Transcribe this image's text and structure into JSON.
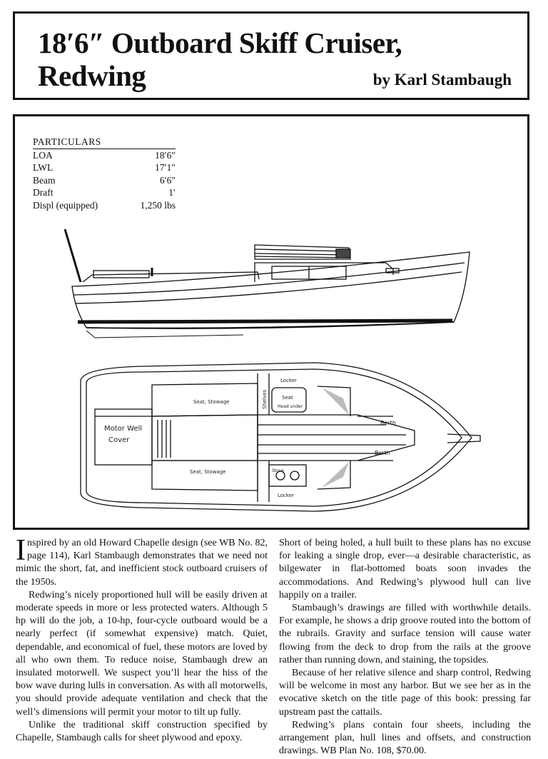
{
  "header": {
    "title_line1": "18′6″ Outboard Skiff Cruiser,",
    "title_line2": "Redwing",
    "byline": "by Karl Stambaugh"
  },
  "particulars": {
    "heading": "PARTICULARS",
    "rows": [
      {
        "label": "LOA",
        "value": "18′6″"
      },
      {
        "label": "LWL",
        "value": "17′1″"
      },
      {
        "label": "Beam",
        "value": "6′6″"
      },
      {
        "label": "Draft",
        "value": "1′"
      },
      {
        "label": "Displ (equipped)",
        "value": "1,250 lbs"
      }
    ]
  },
  "plan_labels": {
    "motor_well": "Motor Well",
    "motor_well_cover": "Cover",
    "seat_stowage_top": "Seat, Stowage",
    "seat_stowage_bottom": "Seat, Stowage",
    "shelves": "Shelves",
    "locker_top": "Locker",
    "seat_head": "Seat",
    "head_under": "Head under",
    "stove": "Stove",
    "locker_bottom": "Locker",
    "berth_top": "Berth",
    "berth_bottom": "Berth"
  },
  "article": {
    "dropcap": "I",
    "left_col": [
      "nspired by an old Howard Chapelle design (see WB No. 82, page 114), Karl Stambaugh demonstrates that we need not mimic the short, fat, and inefficient stock outboard cruisers of the 1950s.",
      "Redwing’s nicely proportioned hull will be easily driven at moderate speeds in more or less protected waters. Although 5 hp will do the job, a 10-hp, four-cycle outboard would be a nearly perfect (if somewhat expensive) match. Quiet, dependable, and economical of fuel, these motors are loved by all who own them. To reduce noise, Stambaugh drew an insulated motorwell. We suspect you’ll hear the hiss of the bow wave during lulls in conversation. As with all motorwells, you should provide adequate ventilation and check that the well’s dimensions will permit your motor to tilt up fully.",
      "Unlike the traditional skiff construction specified by Chapelle, Stambaugh calls for sheet plywood and epoxy."
    ],
    "right_col": [
      "Short of being holed, a hull built to these plans has no excuse for leaking a single drop, ever—a desirable characteristic, as bilgewater in flat-bottomed boats soon invades the accommodations. And Redwing’s plywood hull can live happily on a trailer.",
      "Stambaugh’s drawings are filled with worthwhile details. For example, he shows a drip groove routed into the bottom of the rubrails. Gravity and surface tension will cause water flowing from the deck to drop from the rails at the groove rather than running down, and staining, the topsides.",
      "Because of her relative silence and sharp control, Redwing will be welcome in most any harbor. But we see her as in the evocative sketch on the title page of this book: pressing far upstream past the cattails.",
      "Redwing’s plans contain four sheets, including the arrangement plan, hull lines and offsets, and construction drawings. WB Plan No. 108, $70.00."
    ]
  }
}
